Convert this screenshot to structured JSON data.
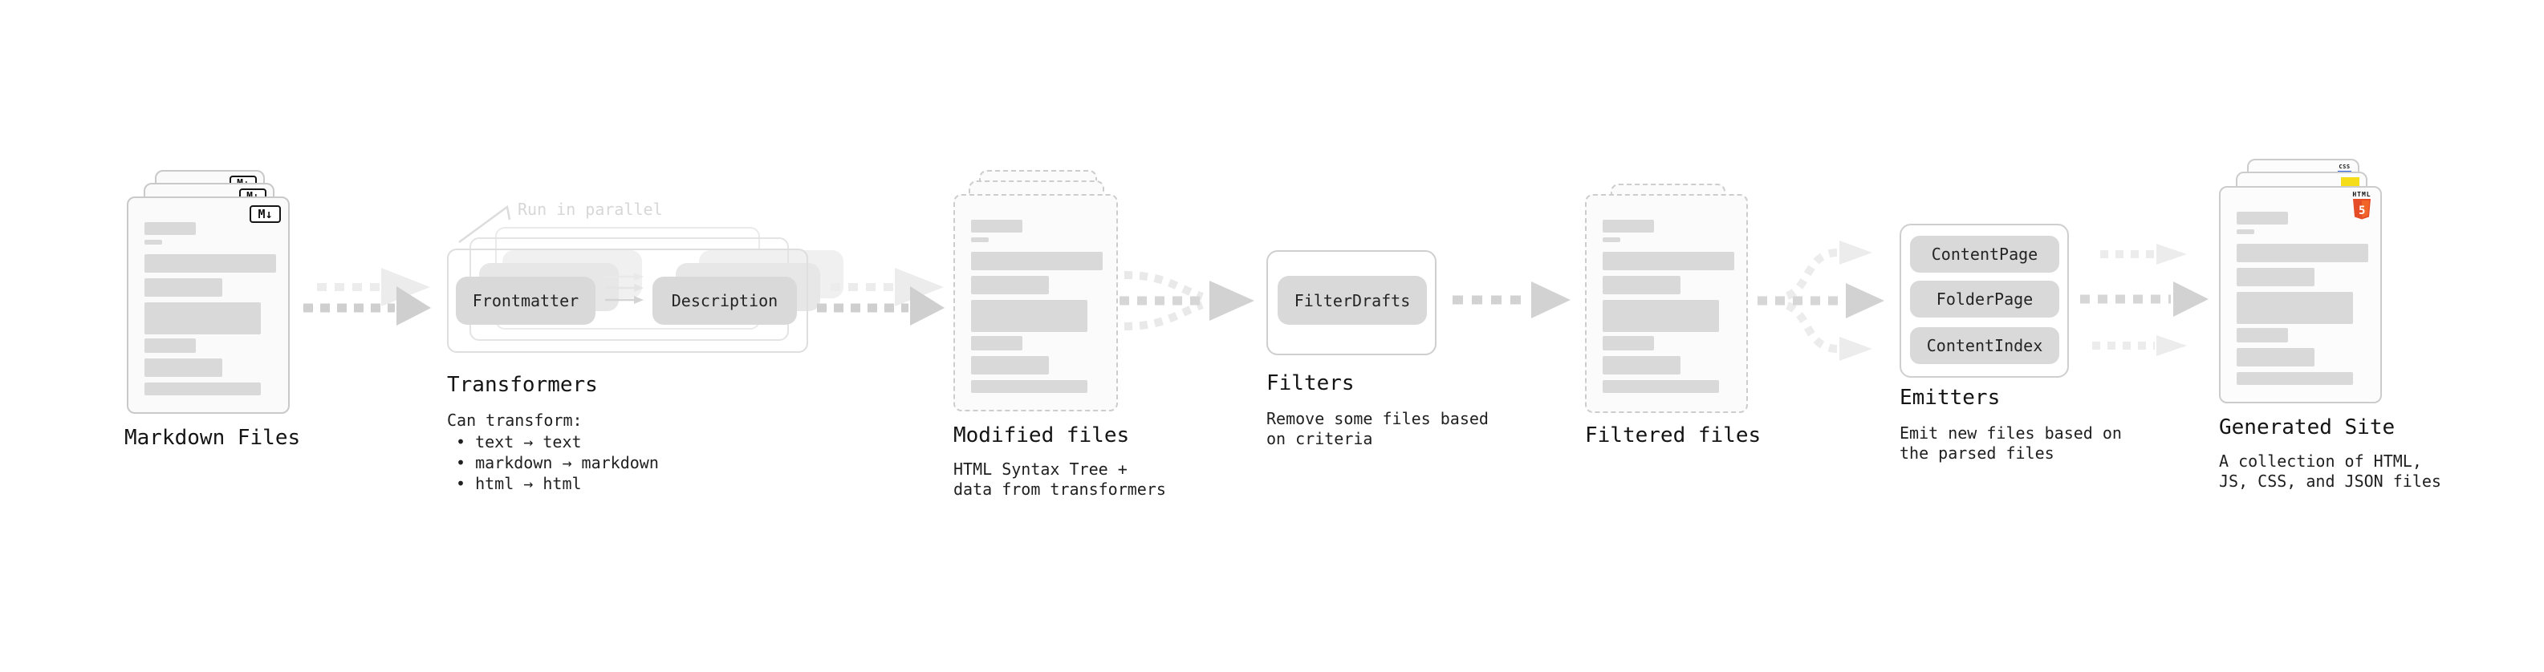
{
  "markdown_files": {
    "label": "Markdown Files",
    "badge": "M↓"
  },
  "transformers": {
    "label": "Transformers",
    "annotation": "Run in parallel",
    "pills": [
      "Frontmatter",
      "Description"
    ],
    "intro": "Can transform:",
    "bullets": [
      "• text → text",
      "• markdown → markdown",
      "• html → html"
    ]
  },
  "modified_files": {
    "label": "Modified files",
    "desc": [
      "HTML Syntax Tree +",
      "data from transformers"
    ]
  },
  "filters": {
    "label": "Filters",
    "pill": "FilterDrafts",
    "desc": [
      "Remove some files based",
      "on criteria"
    ]
  },
  "filtered_files": {
    "label": "Filtered files"
  },
  "emitters": {
    "label": "Emitters",
    "pills": [
      "ContentPage",
      "FolderPage",
      "ContentIndex"
    ],
    "desc": [
      "Emit new files based on",
      "the parsed files"
    ]
  },
  "generated_site": {
    "label": "Generated Site",
    "desc": [
      "A collection of HTML,",
      "JS, CSS, and JSON files"
    ],
    "badges": {
      "css_label": "CSS",
      "html_label": "HTML",
      "html5_digit": "5"
    }
  },
  "colors": {
    "html5_orange": "#e44d26",
    "html5_orange_light": "#f16529",
    "js_yellow": "#f5de19",
    "css_blue": "#2760e6"
  },
  "skeleton_bars": [
    [
      30,
      16,
      64
    ],
    [
      52,
      6,
      22
    ],
    [
      70,
      23,
      164
    ],
    [
      100,
      23,
      97
    ],
    [
      130,
      40,
      145
    ],
    [
      175,
      18,
      64
    ],
    [
      200,
      23,
      97
    ],
    [
      230,
      16,
      145
    ]
  ]
}
